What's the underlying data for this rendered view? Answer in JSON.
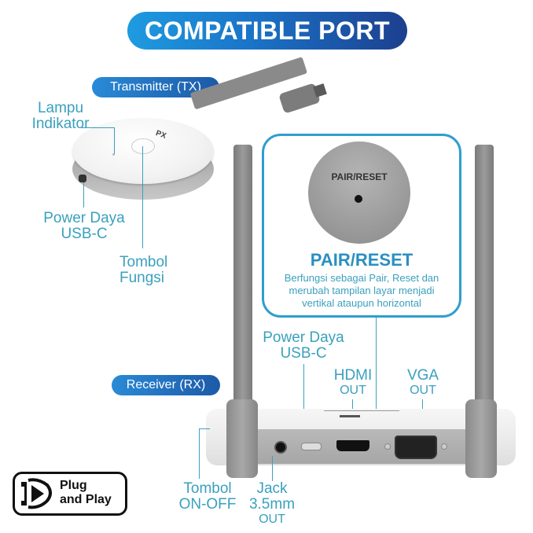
{
  "header": {
    "title": "COMPATIBLE PORT"
  },
  "transmitter": {
    "badge": "Transmitter (TX)",
    "brand_logo": "PX",
    "labels": {
      "indicator_1": "Lampu",
      "indicator_2": "Indikator",
      "power_1": "Power Daya",
      "power_2": "USB-C",
      "button_1": "Tombol",
      "button_2": "Fungsi"
    }
  },
  "pair_reset": {
    "disc_label": "PAIR/RESET",
    "title": "PAIR/RESET",
    "description_1": "Berfungsi sebagai Pair, Reset dan",
    "description_2": "merubah tampilan layar menjadi",
    "description_3": "vertikal ataupun horizontal"
  },
  "receiver": {
    "badge": "Receiver (RX)",
    "labels": {
      "power_1": "Power Daya",
      "power_2": "USB-C",
      "hdmi_1": "HDMI",
      "hdmi_2": "OUT",
      "vga_1": "VGA",
      "vga_2": "OUT",
      "onoff_1": "Tombol",
      "onoff_2": "ON-OFF",
      "jack_1": "Jack",
      "jack_2": "3.5mm",
      "jack_3": "OUT"
    }
  },
  "plug_and_play": {
    "line_1": "Plug",
    "line_2": "and Play"
  },
  "colors": {
    "accent": "#3aa0be",
    "title_gradient_start": "#1e9be0",
    "title_gradient_end": "#1d3f8f"
  }
}
